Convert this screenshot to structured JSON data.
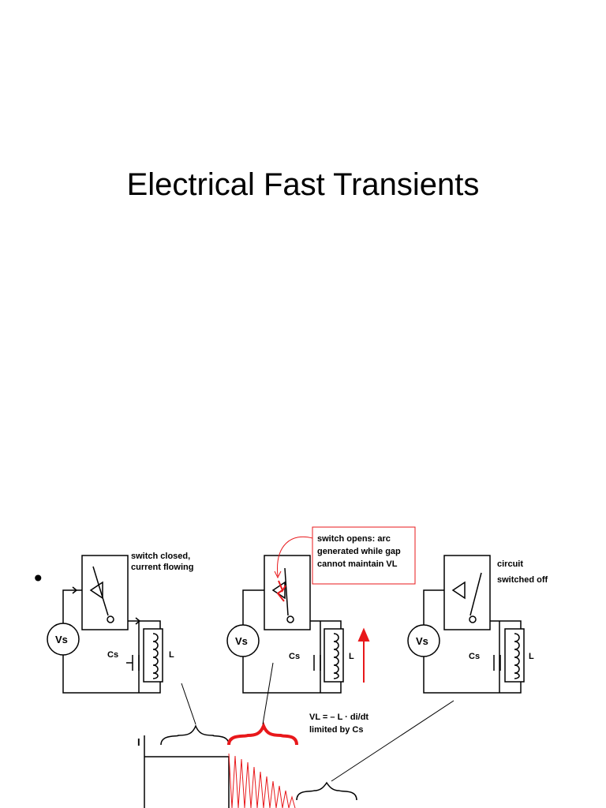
{
  "slide": {
    "title": "Electrical Fast Transients",
    "bullet": "•"
  },
  "diagram": {
    "circuit1": {
      "source": "Vs",
      "cap": "Cs",
      "ind": "L",
      "note_line1": "switch closed,",
      "note_line2": "current flowing"
    },
    "circuit2": {
      "source": "Vs",
      "cap": "Cs",
      "ind": "L",
      "note_line1": "switch opens: arc",
      "note_line2": "generated while gap",
      "note_line3": "cannot maintain VL",
      "eq_line1": "VL = – L · di/dt",
      "eq_line2": "limited by Cs"
    },
    "circuit3": {
      "source": "Vs",
      "cap": "Cs",
      "ind": "L",
      "note_line1": "circuit",
      "note_line2": "switched off"
    },
    "waveform": {
      "axis_label": "I"
    },
    "colors": {
      "line": "#000000",
      "highlight": "#e8181b",
      "callout_border": "#e8181b"
    }
  }
}
